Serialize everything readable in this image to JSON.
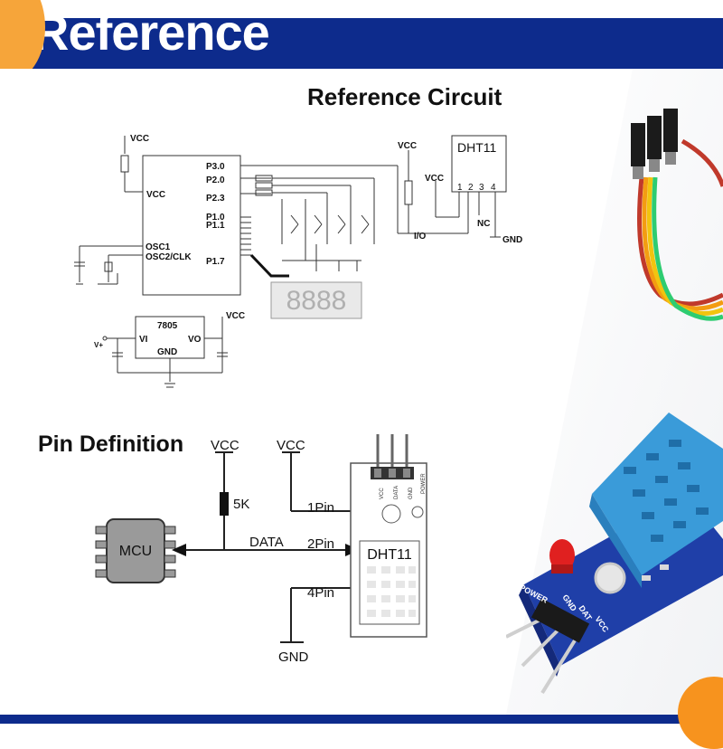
{
  "banner": {
    "title": "Reference"
  },
  "reference": {
    "heading": "Reference Circuit",
    "vcc": "VCC",
    "mcu_pins": [
      "P3.0",
      "P2.0",
      "P2.3",
      "P1.0",
      "P1.1",
      "P1.7",
      "OSC1",
      "OSC2/CLK"
    ],
    "mcu_vcc": "VCC",
    "dht11": "DHT11",
    "dht_pins": [
      "1",
      "2",
      "3",
      "4"
    ],
    "nc": "NC",
    "gnd": "GND",
    "io": "I/O",
    "display": "8888",
    "regulator": {
      "name": "7805",
      "vi": "VI",
      "vo": "VO",
      "gnd": "GND",
      "vplus": "V+",
      "vcc": "VCC"
    }
  },
  "pin_definition": {
    "heading": "Pin Definition",
    "mcu": "MCU",
    "vcc_left": "VCC",
    "vcc_right": "VCC",
    "resistor": "5K",
    "data": "DATA",
    "pin1": "1Pin",
    "pin2": "2Pin",
    "pin4": "4Pin",
    "gnd": "GND",
    "module": "DHT11",
    "header_labels": [
      "VCC",
      "DATA",
      "GND"
    ],
    "power_label": "POWER"
  },
  "photo": {
    "pcb_labels": [
      "POWER",
      "GND",
      "DAT",
      "VCC"
    ]
  },
  "colors": {
    "banner": "#0d2b8c",
    "accent": "#f6a53a",
    "sensor": "#3a9bd9",
    "pcb": "#1f3fa8"
  }
}
